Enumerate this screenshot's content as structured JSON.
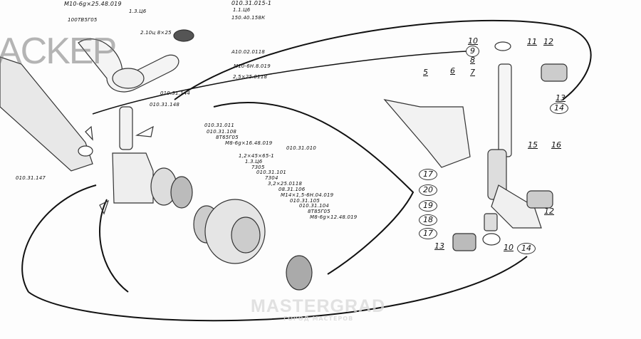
{
  "watermarks": {
    "top_left": "ACKEP",
    "brand": "MASTERGRAD",
    "brand_sub": "ГОРОД МАСТЕРОВ"
  },
  "part_codes": {
    "bolt_top": "М10-6g×25.48.019",
    "bolt_code": "100ТВ5Г05",
    "grease_fitting": "1.3.Ц6",
    "pin": "2.10ц 8×25",
    "tie_rod_end": "010.31.015-1",
    "fitting2": "1.1.Ц6",
    "seal": "150.40.158К",
    "washer": "А10.02.0118",
    "nut": "М10-6Н.8.019",
    "cotter": "2,5×25.0118",
    "steering_arm": "010.31.144",
    "king_pin": "010.31.148",
    "knuckle": "010.31.011",
    "bushing": "010.31.108",
    "bolt_8t65": "8Т65Г05",
    "bolt_m8_16": "М8-6g×16.48.019",
    "seal_ring": "1,2×45×65-1",
    "fitting3": "1.3.Ц6",
    "bearing_7305": "7305",
    "hub": "010.31.101",
    "bearing_7304": "7304",
    "cotter2": "3,2×25.0118",
    "washer2": "08.31.106",
    "nut_m14": "М14×1,5-6Н.04.019",
    "cap": "010.31.105",
    "flange": "010.31.104",
    "bolt_8t85": "8Т85Г05",
    "bolt_m8_12": "М8-6g×12.48.019",
    "assembly": "010.31.010",
    "shim": "010.31.147"
  },
  "callouts": {
    "n10a": "10",
    "n9": "9",
    "n8": "8",
    "n7": "7",
    "n5": "5",
    "n6": "6",
    "n11": "11",
    "n12a": "12",
    "n13a": "13",
    "n14a": "14",
    "n15": "15",
    "n16": "16",
    "n17a": "17",
    "n20": "20",
    "n19": "19",
    "n18": "18",
    "n17b": "17",
    "n12b": "12",
    "n13b": "13",
    "n10b": "10",
    "n14b": "14"
  }
}
